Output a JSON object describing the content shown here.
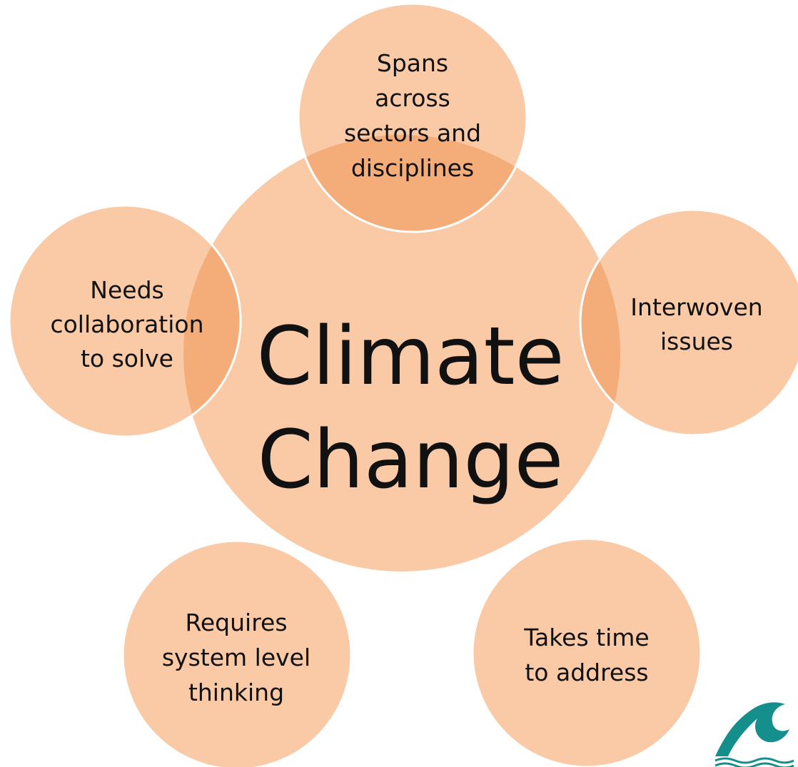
{
  "diagram": {
    "center": {
      "lines": [
        "Climate",
        "Change"
      ]
    },
    "nodes": [
      {
        "id": "spans",
        "lines": [
          "Spans",
          "across",
          "sectors and",
          "disciplines"
        ]
      },
      {
        "id": "interwoven",
        "lines": [
          "Interwoven",
          "issues"
        ]
      },
      {
        "id": "takes-time",
        "lines": [
          "Takes time",
          "to address"
        ]
      },
      {
        "id": "requires",
        "lines": [
          "Requires",
          "system level",
          "thinking"
        ]
      },
      {
        "id": "needs",
        "lines": [
          "Needs",
          "collaboration",
          "to solve"
        ]
      }
    ],
    "colors": {
      "fill": "#f9caa5",
      "overlap": "#f4ad79",
      "stroke": "#ffffff",
      "logo": "#148f8c",
      "background": "#ffffff"
    },
    "logo": {
      "icon": "wave-logo-icon"
    }
  }
}
